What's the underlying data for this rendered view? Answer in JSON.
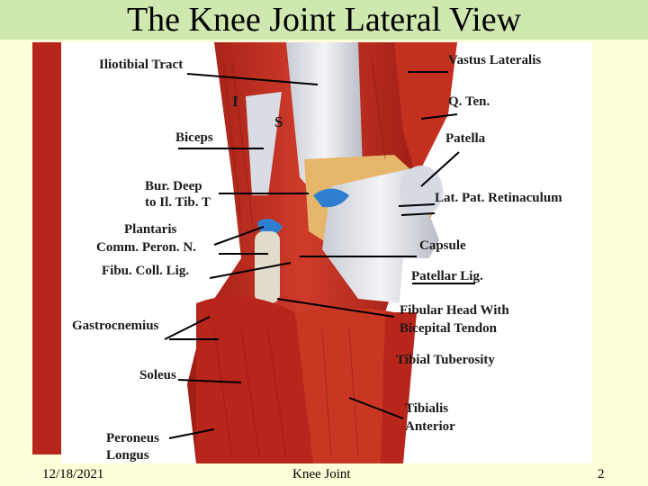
{
  "slide": {
    "title": "The Knee Joint Lateral View"
  },
  "figure": {
    "labels": {
      "iliotibial_tract": "Iliotibial Tract",
      "vastus_lateralis": "Vastus Lateralis",
      "i_mark": "I",
      "s_mark": "S",
      "q_ten": "Q. Ten.",
      "biceps": "Biceps",
      "patella": "Patella",
      "bur_deep_line1": "Bur. Deep",
      "bur_deep_line2": "to Il. Tib. T",
      "lat_pat_retinaculum": "Lat. Pat. Retinaculum",
      "plantaris": "Plantaris",
      "comm_peron_n": "Comm. Peron. N.",
      "capsule": "Capsule",
      "fibu_coll_lig": "Fibu. Coll. Lig.",
      "patellar_lig": "Patellar Lig.",
      "fibular_head_line1": "Fibular Head With",
      "fibular_head_line2": "Bicepital Tendon",
      "gastrocnemius": "Gastrocnemius",
      "tibial_tuberosity": "Tibial Tuberosity",
      "soleus": "Soleus",
      "tibialis_line1": "Tibialis",
      "tibialis_line2": "Anterior",
      "peroneus_line1": "Peroneus",
      "peroneus_line2": "Longus"
    },
    "colors": {
      "muscle": "#b8251a",
      "muscle_light": "#d8503a",
      "tendon": "#e8ebf0",
      "fat": "#e6b66a",
      "bursa": "#2e7fd0",
      "frame": "#b8251a"
    }
  },
  "footer": {
    "date": "12/18/2021",
    "center": "Knee Joint",
    "page": "2"
  }
}
